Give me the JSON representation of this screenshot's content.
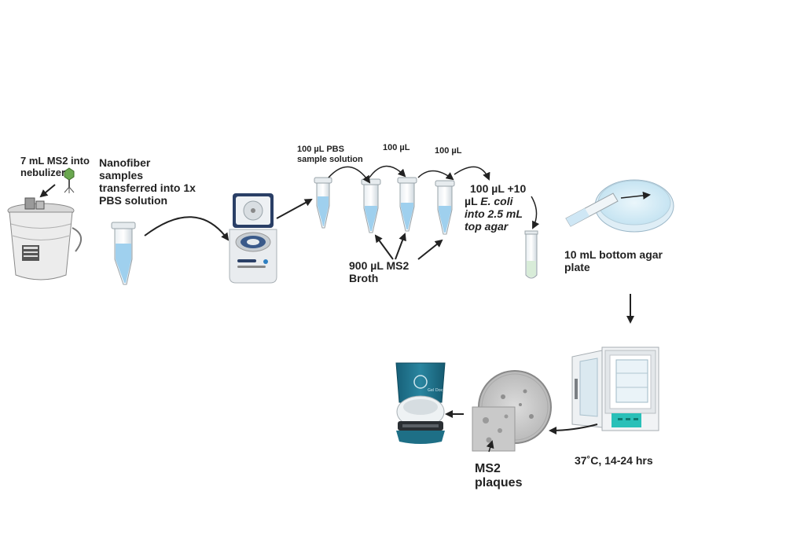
{
  "labels": {
    "nebulizer_line1": "7 mL MS2 into",
    "nebulizer_line2": "nebulizer",
    "nanofiber_line1": "Nanofiber",
    "nanofiber_line2": "samples",
    "nanofiber_line3": "transferred into 1x",
    "nanofiber_line4": "PBS solution",
    "pbs_line1": "100 µL PBS",
    "pbs_line2": "sample solution",
    "transfer_1": "100 µL",
    "transfer_2": "100 µL",
    "broth_line1": "900 µL MS2",
    "broth_line2": "Broth",
    "ecoli_part1": "100 µL +10",
    "ecoli_part2": "µL ",
    "ecoli_part3": "E. coli",
    "ecoli_part4": "into 2.5 mL",
    "ecoli_part5": "top agar",
    "agar_line1": "10 mL bottom agar",
    "agar_line2": "plate",
    "incubation": "37˚C, 14-24 hrs",
    "plaques_line1": "MS2",
    "plaques_line2": "plaques"
  },
  "device_text": {
    "imager_logo": "Gel Doc"
  },
  "colors": {
    "liquid": "#9fd0ee",
    "teal": "#1e6f86",
    "arrow": "#222222",
    "incubator_panel": "#29c0b8"
  },
  "icons": [
    "bucket-nebulizer-icon",
    "phage-icon",
    "centrifuge-icon",
    "tube-icon",
    "petri-dish-icon",
    "incubator-icon",
    "plaque-plate-icon",
    "imager-icon"
  ]
}
